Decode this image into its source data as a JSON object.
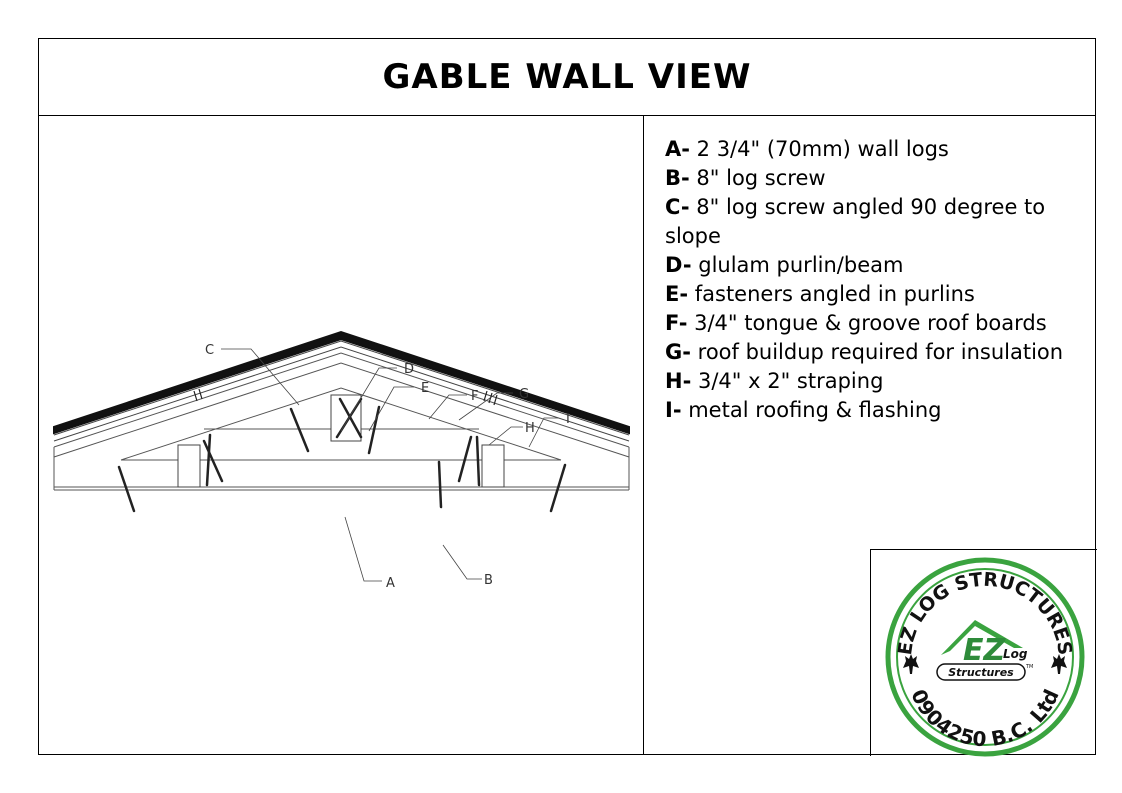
{
  "title": "GABLE WALL VIEW",
  "callouts": [
    "A",
    "B",
    "C",
    "D",
    "E",
    "F",
    "G",
    "H",
    "I"
  ],
  "legend": [
    {
      "key": "A-",
      "text": "2 3/4\" (70mm) wall logs"
    },
    {
      "key": "B-",
      "text": "8\" log screw"
    },
    {
      "key": "C-",
      "text": "8\" log screw angled 90 degree to slope"
    },
    {
      "key": "D-",
      "text": "glulam purlin/beam"
    },
    {
      "key": "E-",
      "text": "fasteners angled in purlins"
    },
    {
      "key": "F-",
      "text": "3/4\" tongue & groove roof boards"
    },
    {
      "key": "G-",
      "text": "roof buildup required for insulation"
    },
    {
      "key": "H-",
      "text": "3/4\" x 2\" straping"
    },
    {
      "key": "I-",
      "text": "metal roofing & flashing"
    }
  ],
  "logo": {
    "top_text": "EZ LOG STRUCTURES",
    "bottom_text": "0904250 B.C. Ltd",
    "mark_letters": "EZ",
    "mark_word_log": "Log",
    "mark_word_structures": "Structures",
    "mark_tm": "TM",
    "ring_color": "#3aa33f",
    "mark_color": "#2e8b3a"
  }
}
